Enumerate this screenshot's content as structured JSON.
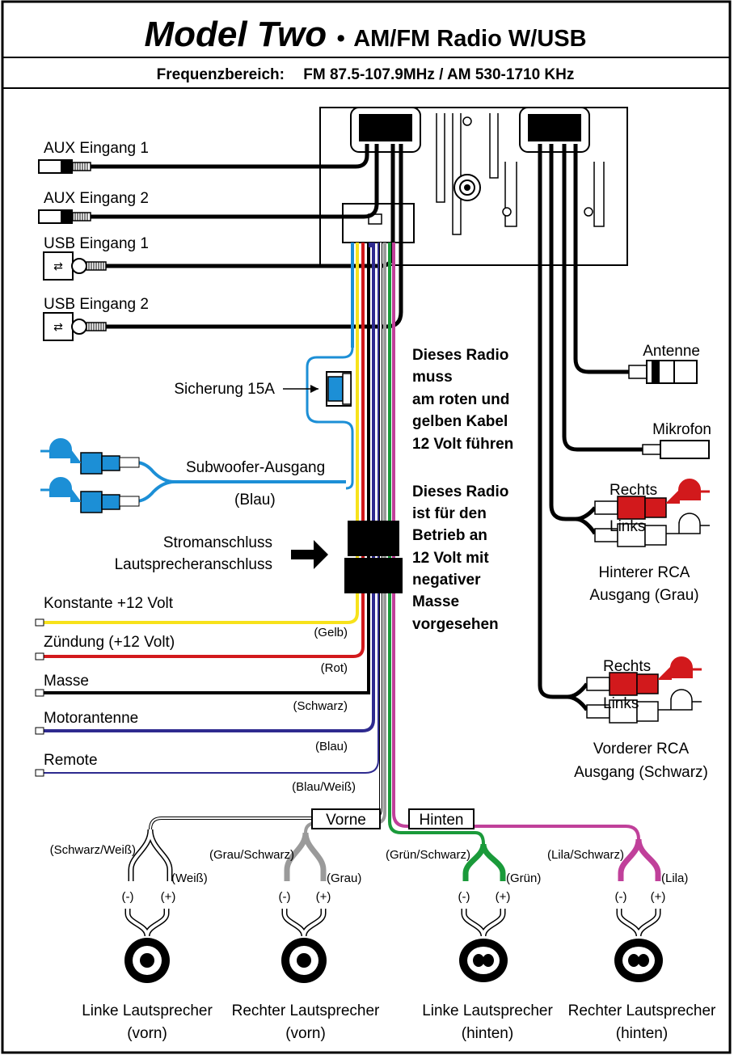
{
  "header": {
    "model": "Model Two",
    "bullet": "•",
    "product": "AM/FM Radio W/USB",
    "freq_label": "Frequenzbereich:",
    "freq_value": "FM 87.5-107.9MHz / AM 530-1710 KHz"
  },
  "inputs": {
    "aux1": "AUX Eingang 1",
    "aux2": "AUX Eingang 2",
    "usb1": "USB Eingang 1",
    "usb2": "USB Eingang 2"
  },
  "fuse": "Sicherung 15A",
  "subwoofer": {
    "label": "Subwoofer-Ausgang",
    "color_note": "(Blau)"
  },
  "power_connector": {
    "line1": "Stromanschluss",
    "line2": "Lautsprecheranschluss"
  },
  "notes": {
    "note1": [
      "Dieses Radio",
      "muss",
      "am roten und",
      "gelben Kabel",
      "12 Volt führen"
    ],
    "note2": [
      "Dieses Radio",
      "ist für den",
      "Betrieb an",
      "12 Volt mit",
      "negativer",
      "Masse",
      "vorgesehen"
    ]
  },
  "wires": [
    {
      "label": "Konstante +12 Volt",
      "color_note": "(Gelb)",
      "color": "#f7e21b"
    },
    {
      "label": "Zündung (+12 Volt)",
      "color_note": "(Rot)",
      "color": "#d2191c"
    },
    {
      "label": "Masse",
      "color_note": "(Schwarz)",
      "color": "#000000"
    },
    {
      "label": "Motorantenne",
      "color_note": "(Blau)",
      "color": "#2e2a8f"
    },
    {
      "label": "Remote",
      "color_note": "(Blau/Weiß)",
      "color": "#2e2a8f"
    }
  ],
  "right_side": {
    "antenna": "Antenne",
    "mic": "Mikrofon",
    "rear_right": "Rechts",
    "rear_left": "Links",
    "rear_label": [
      "Hinterer RCA",
      "Ausgang (Grau)"
    ],
    "front_right": "Rechts",
    "front_left": "Links",
    "front_label": [
      "Vorderer RCA",
      "Ausgang (Schwarz)"
    ]
  },
  "bus": {
    "front": "Vorne",
    "rear": "Hinten"
  },
  "speakers": [
    {
      "neg_wire": "(Schwarz/Weiß)",
      "pos_wire": "(Weiß)",
      "neg": "(-)",
      "pos": "(+)",
      "name": [
        "Linke Lautsprecher",
        "(vorn)"
      ]
    },
    {
      "neg_wire": "(Grau/Schwarz)",
      "pos_wire": "(Grau)",
      "neg": "(-)",
      "pos": "(+)",
      "name": [
        "Rechter Lautsprecher",
        "(vorn)"
      ]
    },
    {
      "neg_wire": "(Grün/Schwarz)",
      "pos_wire": "(Grün)",
      "neg": "(-)",
      "pos": "(+)",
      "name": [
        "Linke Lautsprecher",
        "(hinten)"
      ]
    },
    {
      "neg_wire": "(Lila/Schwarz)",
      "pos_wire": "(Lila)",
      "neg": "(-)",
      "pos": "(+)",
      "name": [
        "Rechter Lautsprecher",
        "(hinten)"
      ]
    }
  ],
  "colors": {
    "yellow": "#f7e21b",
    "red": "#d2191c",
    "blue": "#2e2a8f",
    "light_blue": "#1c8fd6",
    "green": "#1a9a3a",
    "purple": "#c0409a",
    "gray": "#9a9a9a"
  }
}
